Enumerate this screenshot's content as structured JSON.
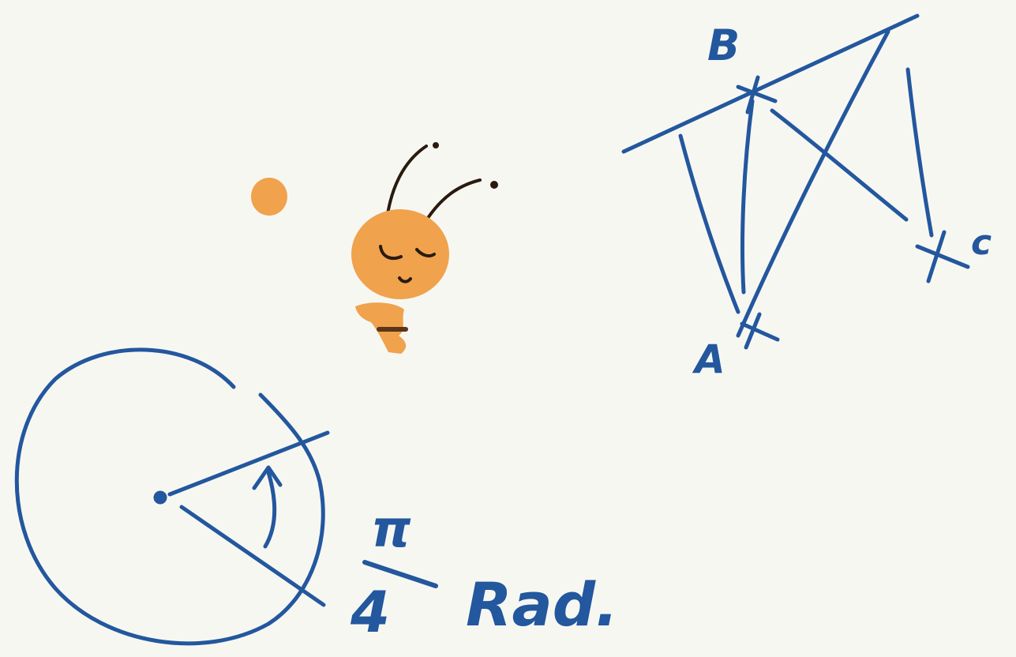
{
  "colors": {
    "background": "#f7f7f2",
    "ink_blue": "#23579e",
    "bee_orange": "#f0a24c",
    "bee_dark": "#2a1a10"
  },
  "construction": {
    "points": {
      "a": "A",
      "b": "B",
      "c": "C"
    }
  },
  "angle": {
    "numerator": "π",
    "denominator": "4",
    "unit": "Rad."
  },
  "bee": {
    "icon": "bee-icon"
  }
}
